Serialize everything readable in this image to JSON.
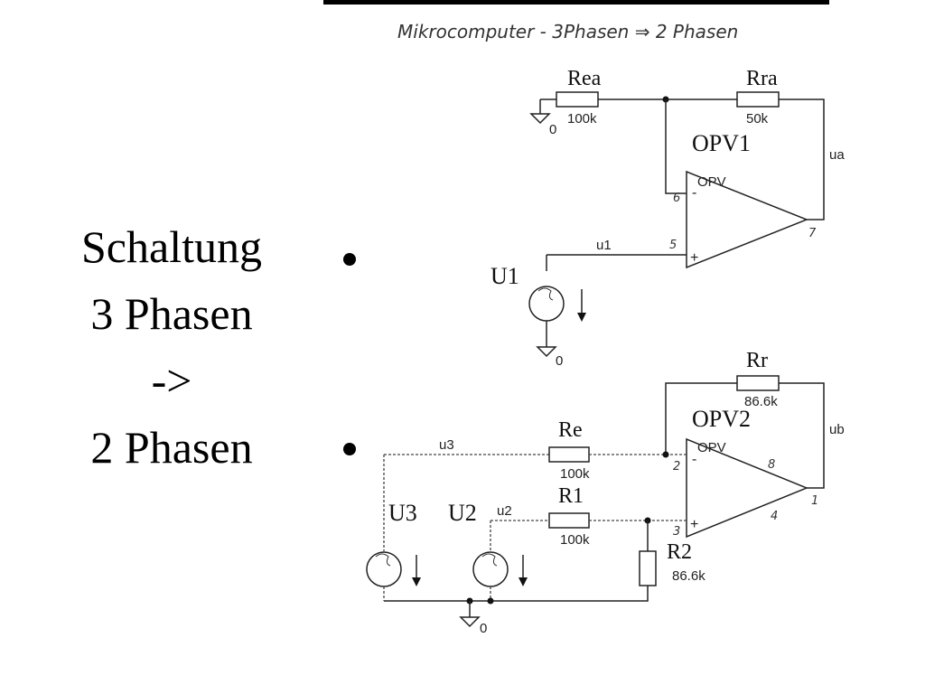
{
  "handwritten_note": "Mikrocomputer - 3Phasen ⇒ 2 Phasen",
  "title": {
    "line1": "Schaltung",
    "line2": "3 Phasen",
    "line3": "->",
    "line4": "2 Phasen"
  },
  "circuit1": {
    "resistor_in": {
      "name": "Rea",
      "value": "100k"
    },
    "resistor_fb": {
      "name": "Rra",
      "value": "50k"
    },
    "opamp": {
      "name": "OPV1",
      "type": "OPV",
      "minus": "-",
      "plus": "+",
      "pin_minus": "6",
      "pin_plus": "5",
      "pin_out": "7"
    },
    "source": {
      "name": "U1"
    },
    "net_in": "u1",
    "net_out": "ua",
    "ground_label": "0"
  },
  "circuit2": {
    "resistor_fb": {
      "name": "Rr",
      "value": "86.6k"
    },
    "resistor_e": {
      "name": "Re",
      "value": "100k"
    },
    "resistor_1": {
      "name": "R1",
      "value": "100k"
    },
    "resistor_2": {
      "name": "R2",
      "value": "86.6k"
    },
    "opamp": {
      "name": "OPV2",
      "type": "OPV",
      "minus": "-",
      "plus": "+",
      "pin_minus": "2",
      "pin_plus": "3",
      "pin_out": "1",
      "pin_vplus": "8",
      "pin_vminus": "4"
    },
    "source_3": {
      "name": "U3"
    },
    "source_2": {
      "name": "U2"
    },
    "net_u3": "u3",
    "net_u2": "u2",
    "net_out": "ub",
    "ground_label": "0"
  }
}
